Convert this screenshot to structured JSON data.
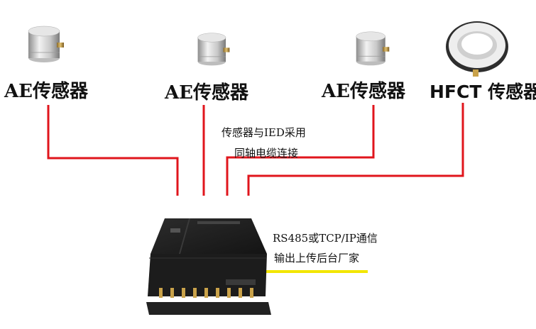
{
  "sensors": [
    {
      "label": "AE传感器"
    },
    {
      "label": "AE传感器"
    },
    {
      "label": "AE传感器"
    },
    {
      "label": "HFCT 传感器"
    }
  ],
  "connection_note": {
    "line1": "传感器与IED采用",
    "line2": "同轴电缆连接"
  },
  "comm_note": {
    "line1": "RS485或TCP/IP通信",
    "line2": "输出上传后台厂家"
  },
  "colors": {
    "wire": "#e0151c",
    "highlight_bar": "#f2e600",
    "device_body": "#1c1c1c"
  }
}
